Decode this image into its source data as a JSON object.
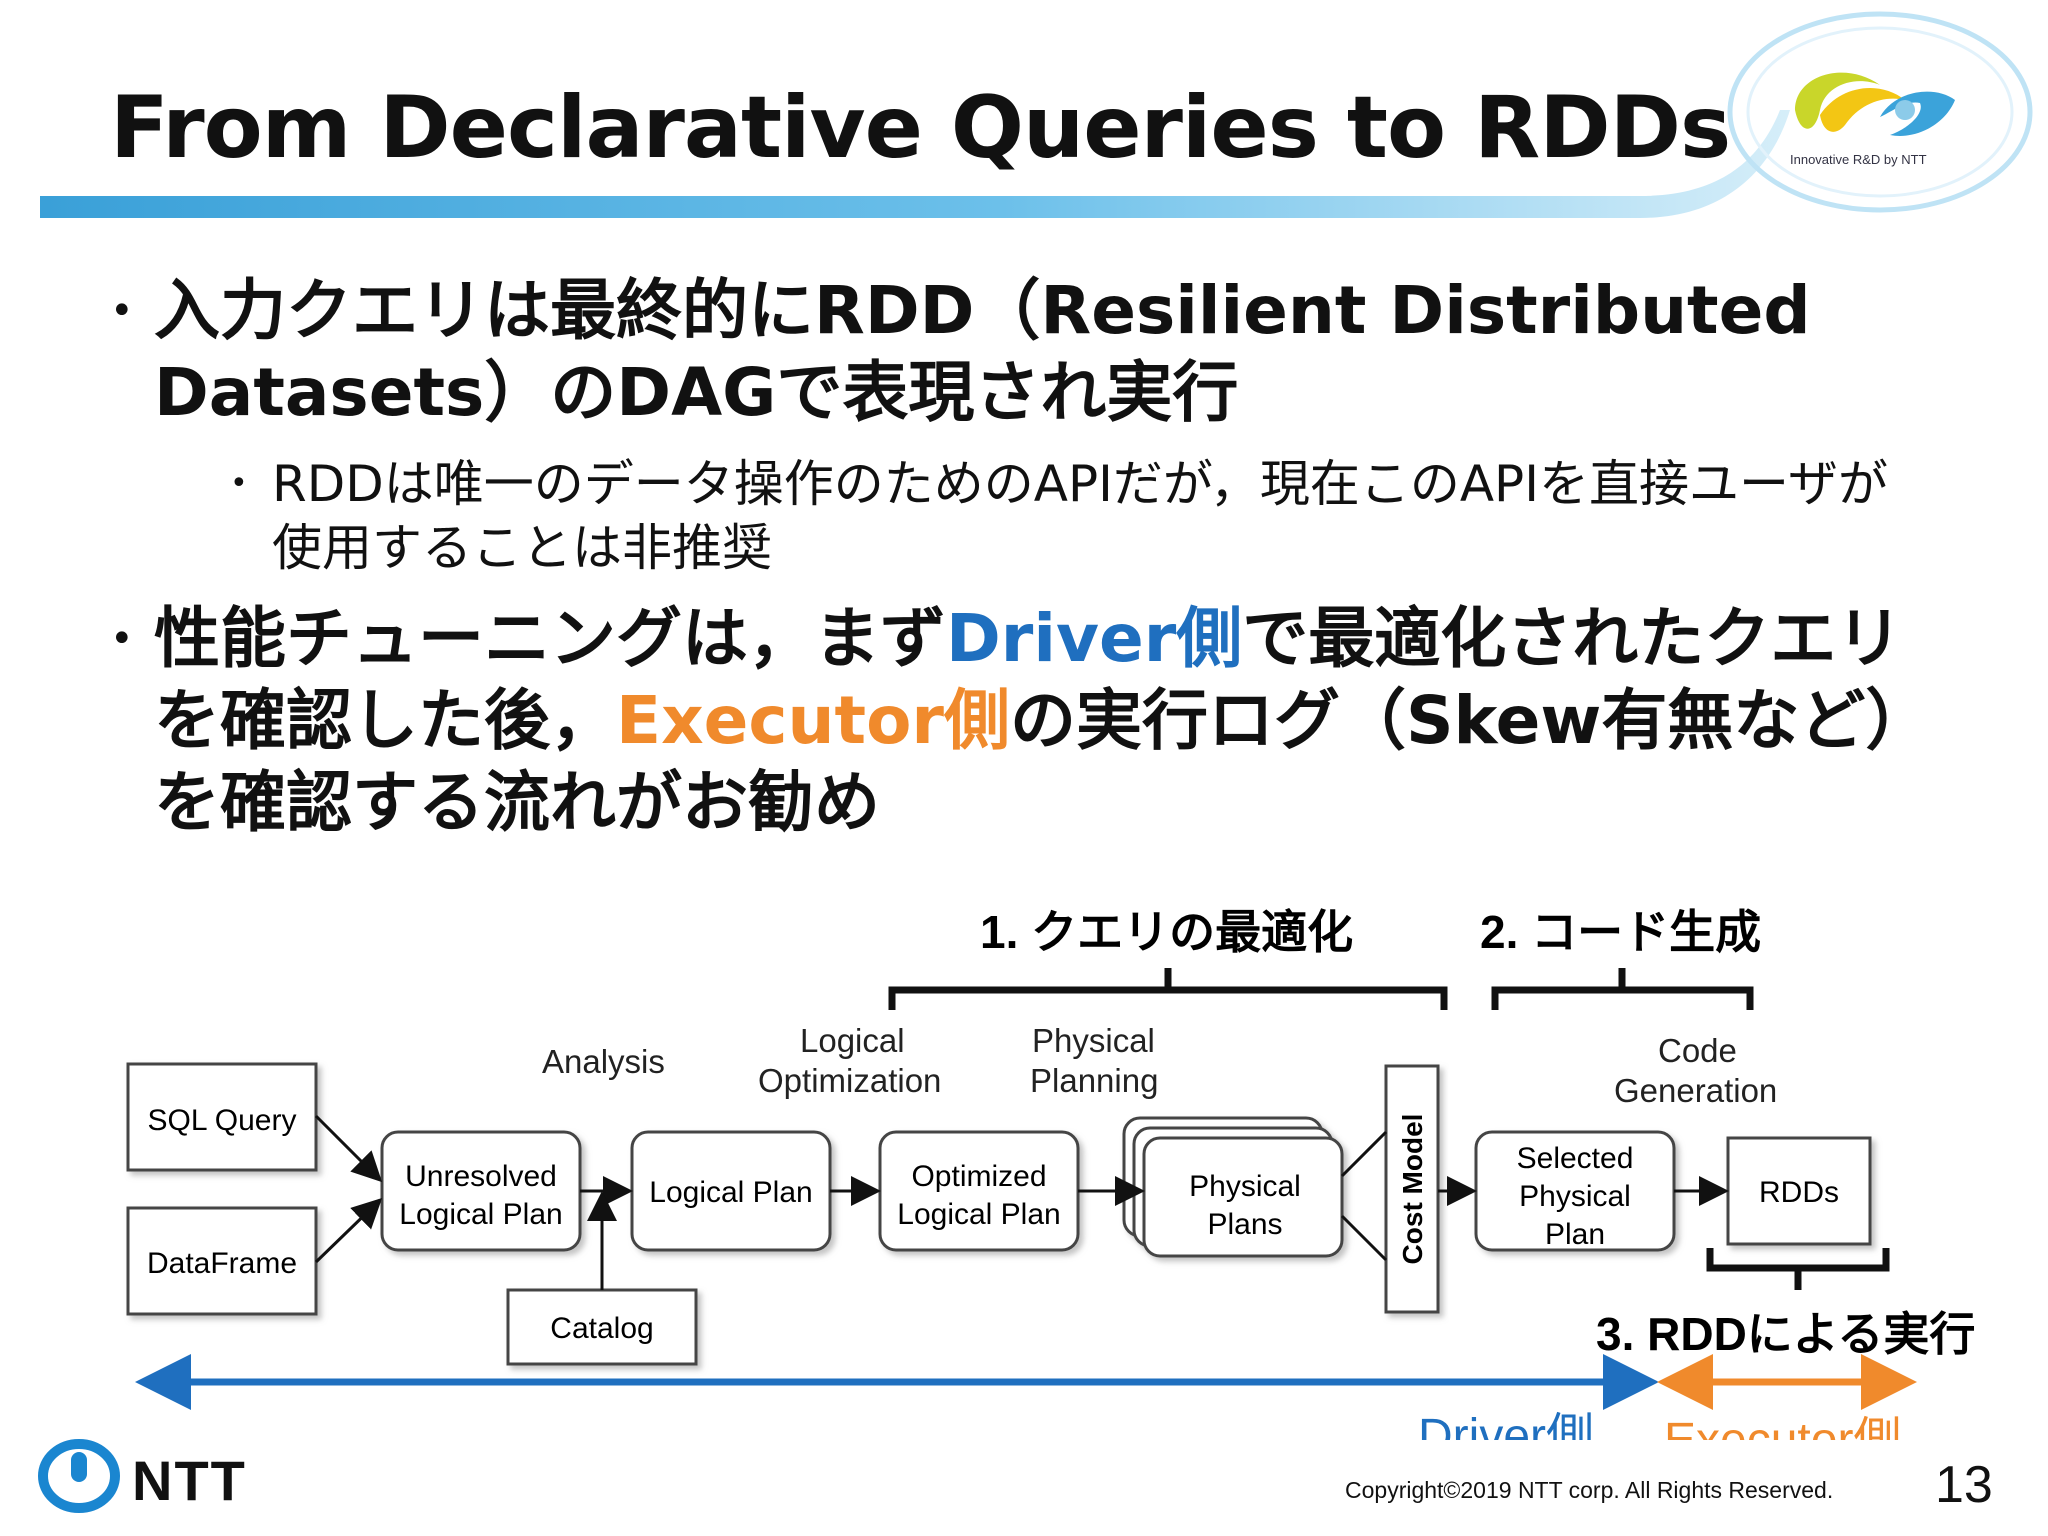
{
  "slide": {
    "title": "From Declarative Queries to RDDs",
    "bullets": {
      "b1": "入力クエリは最終的にRDD（Resilient Distributed Datasets）のDAGで表現され実行",
      "b1_sub": "RDDは唯一のデータ操作のためのAPIだが，現在このAPIを直接ユーザが使用することは非推奨",
      "b2_pre": "性能チューニングは，まず",
      "b2_driver": "Driver側",
      "b2_mid": "で最適化されたクエリを確認した後，",
      "b2_executor": "Executor側",
      "b2_post": "の実行ログ（Skew有無など）を確認する流れがお勧め"
    },
    "copyright": "Copyright©2019  NTT corp. All Rights Reserved.",
    "page_number": "13",
    "footer_logo_text": "NTT",
    "header_logo_caption": "Innovative R&D by NTT"
  },
  "diagram": {
    "stage1": "1. クエリの最適化",
    "stage2": "2. コード生成",
    "stage3": "3. RDDによる実行",
    "phase_analysis": "Analysis",
    "phase_logical_1": "Logical",
    "phase_logical_2": "Optimization",
    "phase_physical_1": "Physical",
    "phase_physical_2": "Planning",
    "phase_code_1": "Code",
    "phase_code_2": "Generation",
    "box_sql": "SQL Query",
    "box_dataframe": "DataFrame",
    "box_unresolved_1": "Unresolved",
    "box_unresolved_2": "Logical Plan",
    "box_logical": "Logical Plan",
    "box_optimized_1": "Optimized",
    "box_optimized_2": "Logical Plan",
    "box_physical_1": "Physical",
    "box_physical_2": "Plans",
    "box_costmodel": "Cost Model",
    "box_selected_1": "Selected",
    "box_selected_2": "Physical",
    "box_selected_3": "Plan",
    "box_rdds": "RDDs",
    "box_catalog": "Catalog",
    "driver_side": "Driver側",
    "executor_side": "Executor側",
    "colors": {
      "driver": "#1f6fbf",
      "executor": "#f08a2c"
    }
  }
}
